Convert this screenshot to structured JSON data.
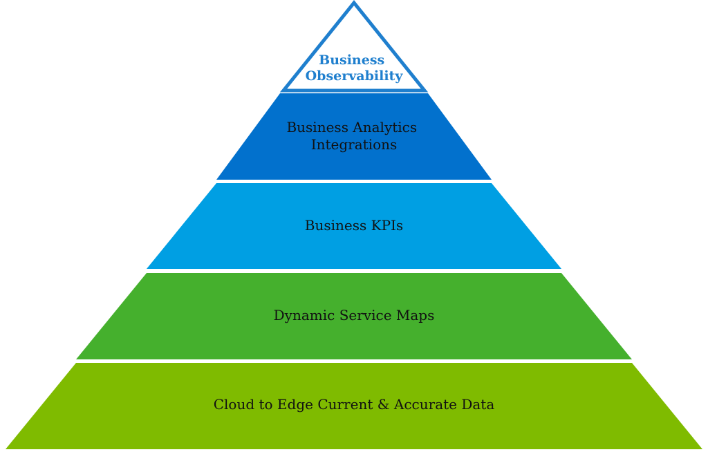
{
  "pyramid": {
    "apex": {
      "lines": [
        "Business",
        "Observability"
      ],
      "outline_color": "#1f7fce",
      "text_color": "#1f7fce",
      "fill_color": "#ffffff"
    },
    "layers": [
      {
        "lines": [
          "Business Analytics",
          "Integrations"
        ],
        "fill_color": "#0271cd"
      },
      {
        "lines": [
          "Business KPIs"
        ],
        "fill_color": "#009fe3"
      },
      {
        "lines": [
          "Dynamic Service Maps"
        ],
        "fill_color": "#45b02d"
      },
      {
        "lines": [
          "Cloud to Edge Current & Accurate Data"
        ],
        "fill_color": "#7fbb00"
      }
    ]
  }
}
